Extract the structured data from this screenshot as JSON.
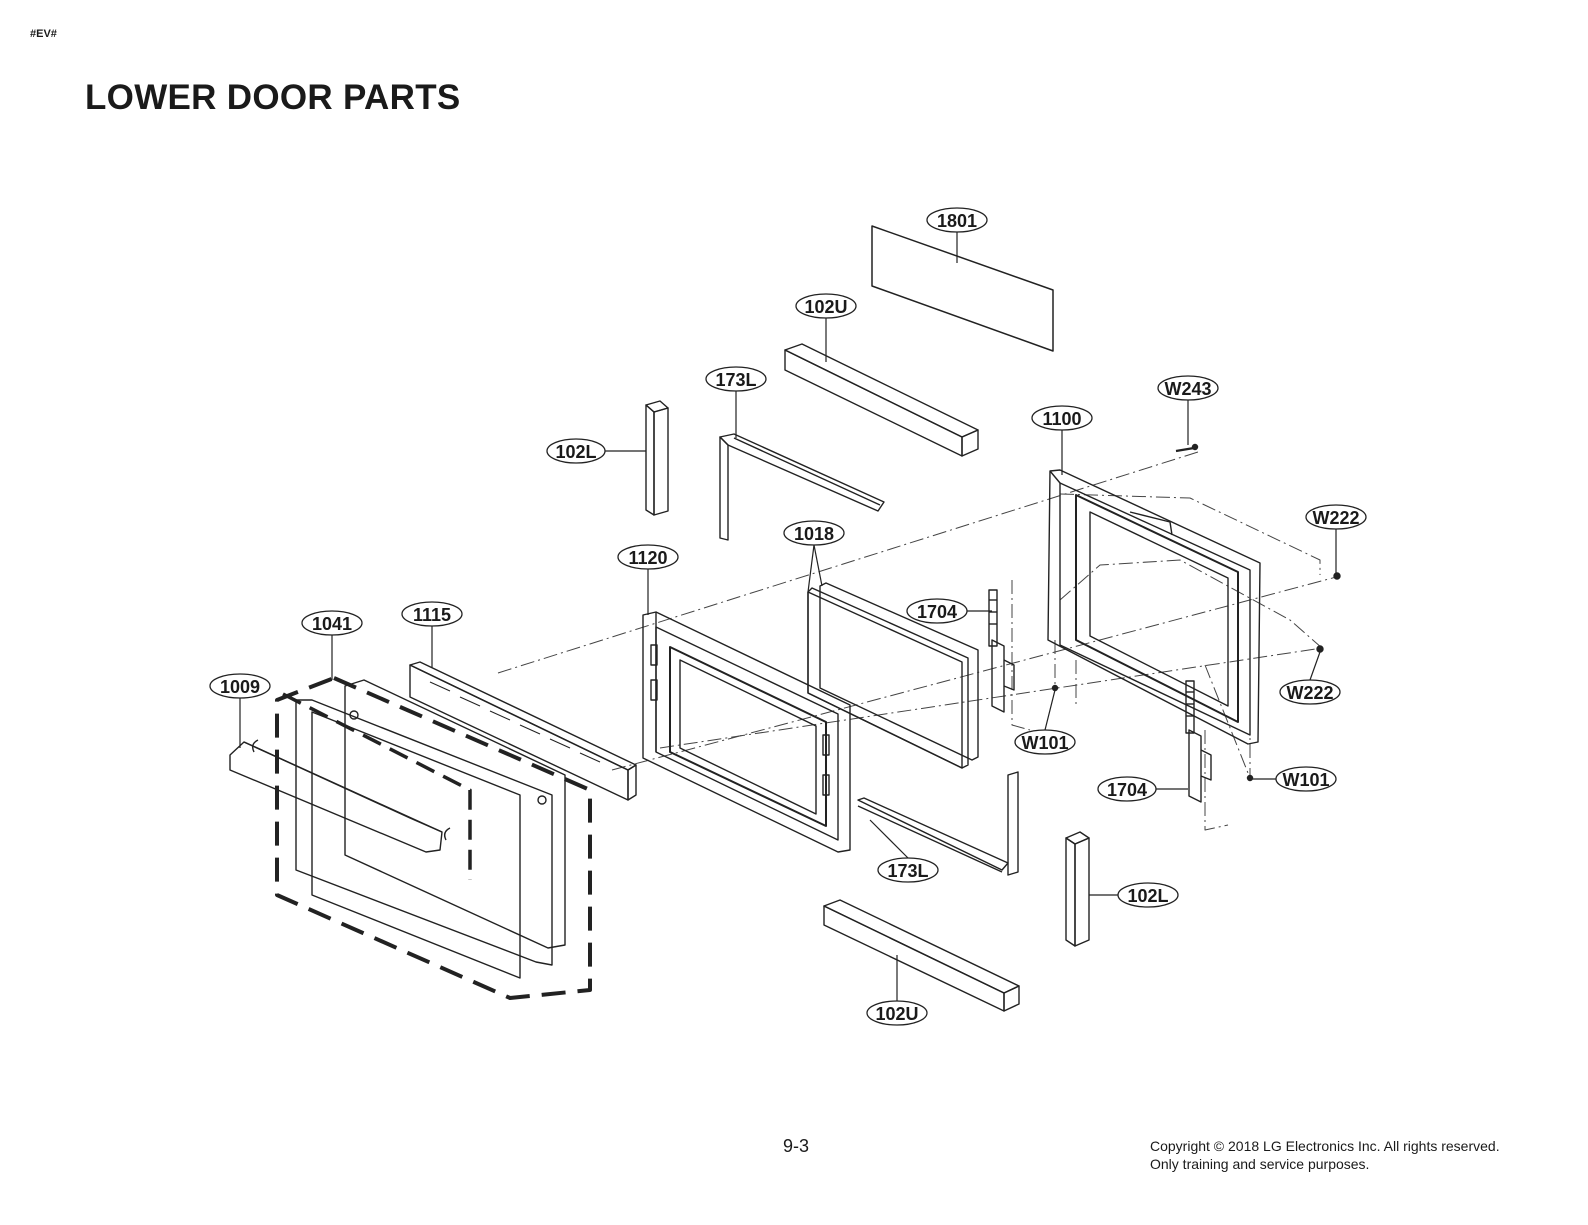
{
  "header": {
    "tag": "#EV#",
    "title": "LOWER DOOR PARTS"
  },
  "callouts": {
    "c1801": "1801",
    "c102U_top": "102U",
    "c173L_top": "173L",
    "c102L_top": "102L",
    "c1100": "1100",
    "cW243": "W243",
    "cW222_top": "W222",
    "c1018": "1018",
    "c1120": "1120",
    "c1704_top": "1704",
    "c1115": "1115",
    "c1041": "1041",
    "c1009": "1009",
    "cW222_bottom": "W222",
    "cW101_mid": "W101",
    "cW101_right": "W101",
    "c1704_bottom": "1704",
    "c173L_bottom": "173L",
    "c102L_bottom": "102L",
    "c102U_bottom": "102U"
  },
  "footer": {
    "page_number": "9-3",
    "copyright_line1": "Copyright © 2018 LG Electronics Inc. All rights reserved.",
    "copyright_line2": "Only training and service purposes."
  }
}
